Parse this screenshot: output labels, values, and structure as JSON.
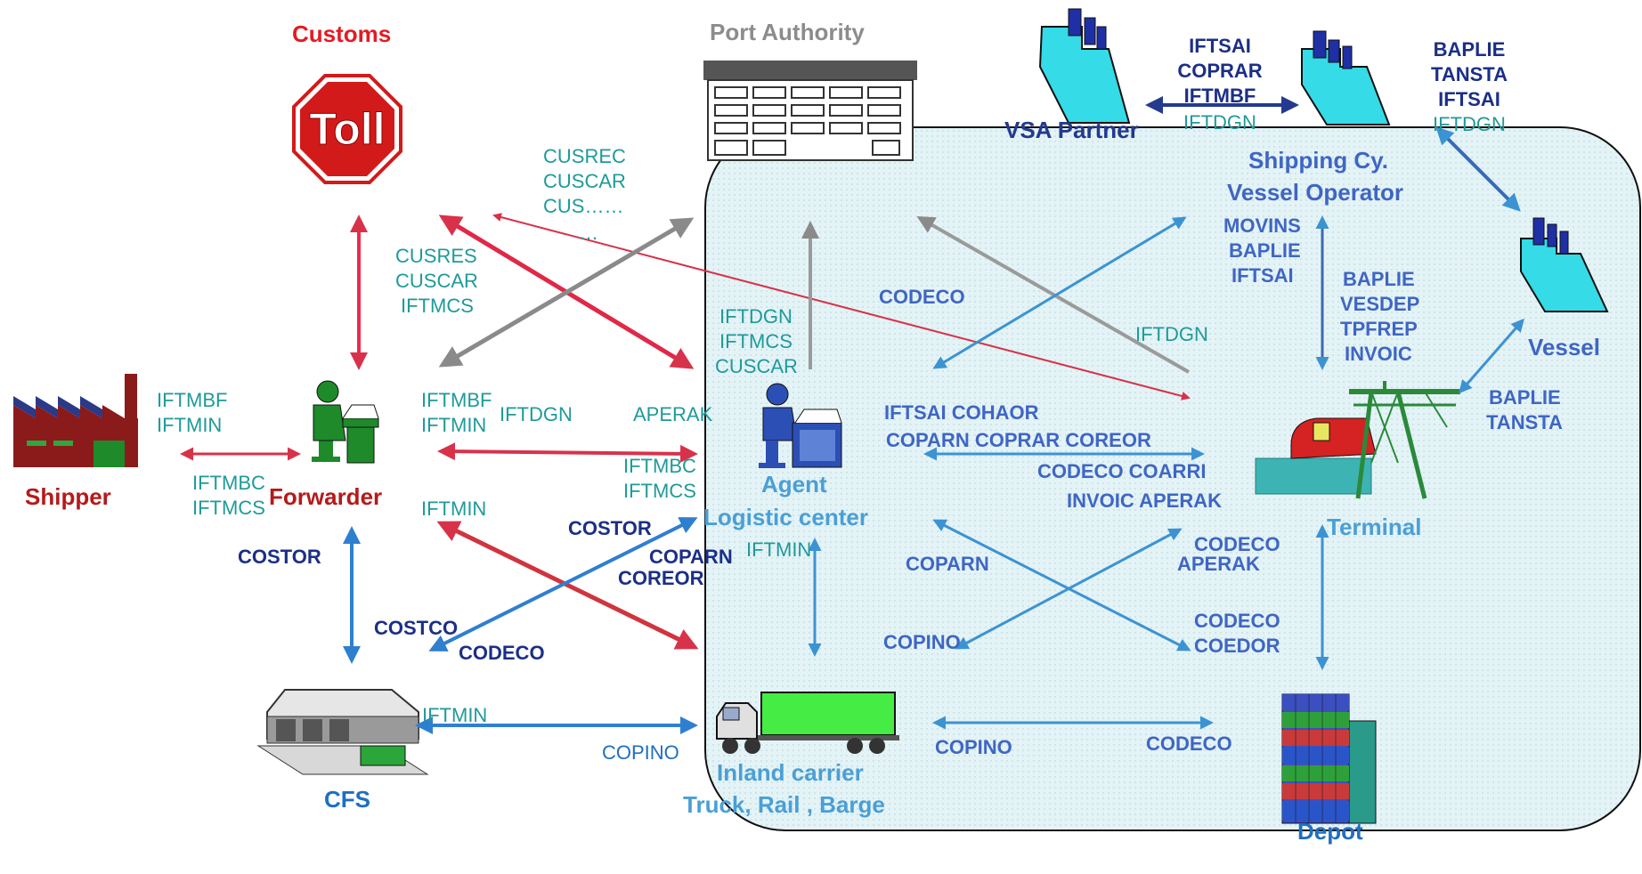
{
  "colors": {
    "teal": "#1f9a9a",
    "navy": "#233a8f",
    "blue": "#3f66c4",
    "red": "#e31b23",
    "dark_red": "#b51a1a",
    "grey": "#8c8c8c",
    "light_blue": "#4a9fd6",
    "area_fill": "#e6f4f7",
    "arrow_red": "#d8324a",
    "arrow_grey": "#8a8a8a",
    "arrow_blue": "#2f7fd0",
    "arrow_lightblue": "#3c93d3"
  },
  "icons": {
    "customs": "stop-sign-icon",
    "port_authority": "building-icon",
    "ship": "ship-icon",
    "shipper": "factory-icon",
    "forwarder": "person-at-desk-icon",
    "agent": "person-at-desk-icon",
    "cfs": "warehouse-icon",
    "inland_carrier": "truck-icon",
    "terminal": "crane-icon",
    "depot": "container-stack-icon"
  },
  "entities": {
    "customs": "Customs",
    "toll_sign": "Toll",
    "port_authority": "Port Authority",
    "vsa_partner": "VSA Partner",
    "shipping_cy": "Shipping Cy.",
    "vessel_operator": "Vessel Operator",
    "vessel": "Vessel",
    "shipper": "Shipper",
    "forwarder": "Forwarder",
    "agent": "Agent",
    "logistic_center": "Logistic center",
    "terminal": "Terminal",
    "cfs": "CFS",
    "inland_carrier": "Inland carrier",
    "truck_rail_barge": "Truck, Rail , Barge",
    "depot": "Depot"
  },
  "messages": {
    "vsa_iftsai": "IFTSAI",
    "vsa_coprar": "COPRAR",
    "vsa_iftmbf": "IFTMBF",
    "vsa_iftdgn": "IFTDGN",
    "vessel_top_baplie": "BAPLIE",
    "vessel_top_tansta": "TANSTA",
    "vessel_top_iftsai": "IFTSAI",
    "vessel_top_iftdgn": "IFTDGN",
    "cusrec": "CUSREC",
    "cuscar_1": "CUSCAR",
    "cus_more": "CUS……",
    "cus_more_2": "…",
    "cusres": "CUSRES",
    "cuscar_2": "CUSCAR",
    "iftmcs_1": "IFTMCS",
    "shipper_iftmbf": "IFTMBF",
    "shipper_iftmin": "IFTMIN",
    "shipper_iftmbc": "IFTMBC",
    "shipper_iftmcs": "IFTMCS",
    "fw_iftmbf": "IFTMBF",
    "fw_iftmin": "IFTMIN",
    "fw_iftdgn": "IFTDGN",
    "aperak_1": "APERAK",
    "fw_iftmbc": "IFTMBC",
    "fw_iftmcs": "IFTMCS",
    "fw_iftmin_2": "IFTMIN",
    "agent_iftdgn": "IFTDGN",
    "agent_iftmcs": "IFTMCS",
    "agent_cuscar": "CUSCAR",
    "codeco_1": "CODECO",
    "port_iftdgn": "IFTDGN",
    "movins": "MOVINS",
    "baplie_1": "BAPLIE",
    "iftsai_1": "IFTSAI",
    "baplie_2": "BAPLIE",
    "vesdep": "VESDEP",
    "tpfrep": "TPFREP",
    "invoic_1": "INVOIC",
    "vessel_baplie": "BAPLIE",
    "vessel_tansta": "TANSTA",
    "iftsai_cohaor": "IFTSAI COHAOR",
    "coparn_coprar_coreor": "COPARN  COPRAR COREOR",
    "codeco_coarri": "CODECO  COARRI",
    "invoic_aperak": "INVOIC APERAK",
    "costor_1": "COSTOR",
    "costor_2": "COSTOR",
    "coparn_1": "COPARN",
    "coreor": "COREOR",
    "agent_iftmin": "IFTMIN",
    "costco": "COSTCO",
    "codeco_2": "CODECO",
    "coparn_2": "COPARN",
    "codeco_3": "CODECO",
    "aperak_2": "APERAK",
    "copino_1": "COPINO",
    "codeco_4": "CODECO",
    "coedor": "COEDOR",
    "cfs_iftmin": "IFTMIN",
    "cfs_copino": "COPINO",
    "copino_2": "COPINO",
    "codeco_5": "CODECO"
  }
}
